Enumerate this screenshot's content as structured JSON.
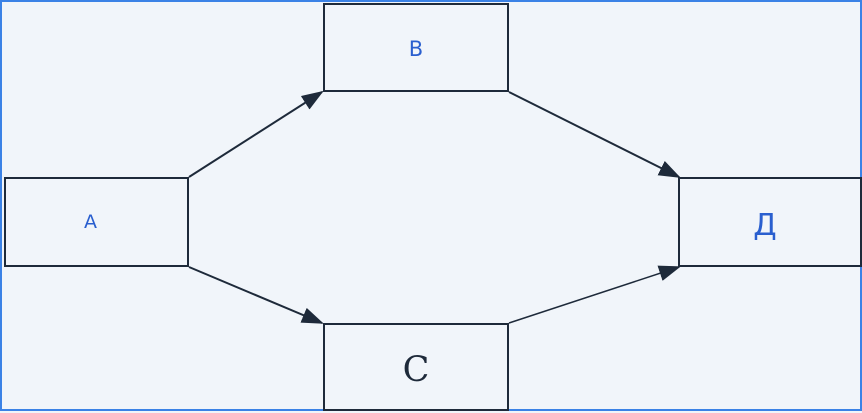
{
  "diagram": {
    "nodes": [
      {
        "id": "a",
        "label": "A"
      },
      {
        "id": "b",
        "label": "B"
      },
      {
        "id": "c",
        "label": "C"
      },
      {
        "id": "d",
        "label": "Д"
      }
    ],
    "edges": [
      {
        "from": "a",
        "to": "b"
      },
      {
        "from": "a",
        "to": "c"
      },
      {
        "from": "b",
        "to": "d"
      },
      {
        "from": "c",
        "to": "d"
      }
    ]
  },
  "colors": {
    "background": "#f1f5fa",
    "frame_border": "#3b82e6",
    "node_border": "#1e2a3a",
    "label_blue": "#2a5fcf",
    "label_dark": "#1e2a3a",
    "edge": "#1e2a3a"
  }
}
